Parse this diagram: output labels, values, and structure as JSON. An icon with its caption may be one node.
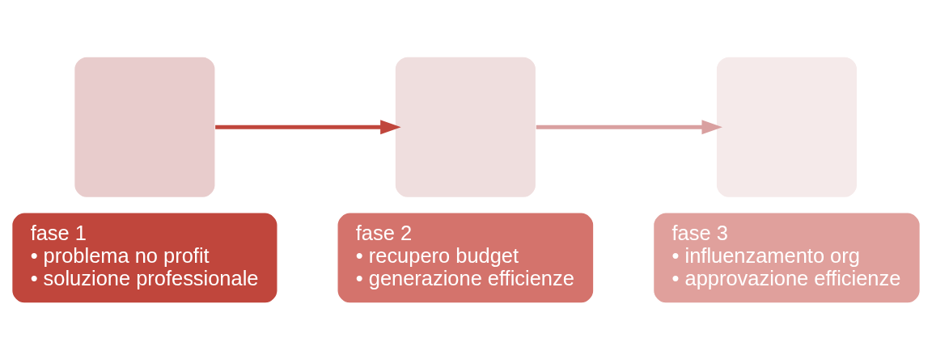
{
  "diagram": {
    "nodes": [
      {
        "text": [],
        "shape": "box"
      },
      {
        "text": [
          "fase 1",
          "• problema no profit",
          "• soluzione professionale"
        ]
      },
      {
        "text": [],
        "shape": "box"
      },
      {
        "text": [
          "fase 2",
          "• recupero budget",
          "• generazione efficienze"
        ]
      },
      {
        "text": [],
        "shape": "box"
      },
      {
        "text": [
          "fase 3",
          "• influenzamento org",
          "• approvazione efficienze"
        ]
      }
    ],
    "edges": [
      {
        "from": 0,
        "to": 2,
        "arrow": "to",
        "color": "#c0463c"
      },
      {
        "from": 2,
        "to": 4,
        "arrow": "to",
        "color": "#d9a0a0"
      }
    ]
  }
}
